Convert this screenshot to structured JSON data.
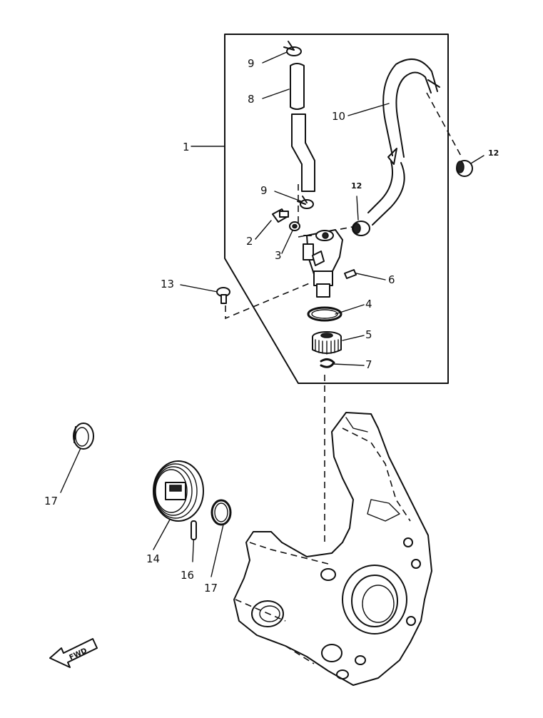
{
  "callouts": {
    "c1": "1",
    "c2": "2",
    "c3": "3",
    "c4": "4",
    "c5": "5",
    "c6": "6",
    "c7": "7",
    "c8": "8",
    "c9_top": "9",
    "c9_mid": "9",
    "c10": "10",
    "c12_right": "12",
    "c12_mid": "12",
    "c13": "13",
    "c14": "14",
    "c16": "16",
    "c17_left": "17",
    "c17_bottom": "17"
  },
  "fwd_label": "FWD"
}
